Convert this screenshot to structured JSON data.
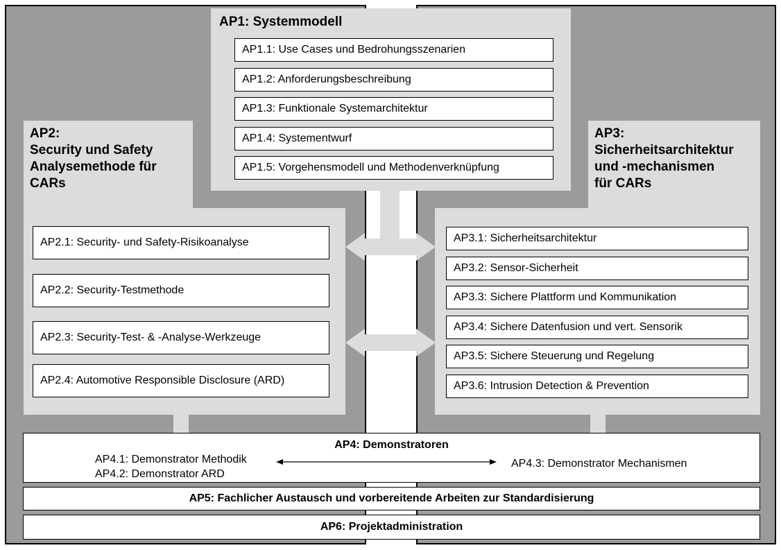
{
  "ap1": {
    "title": "AP1: Systemmodell",
    "items": [
      "AP1.1: Use Cases und Bedrohungsszenarien",
      "AP1.2: Anforderungsbeschreibung",
      "AP1.3: Funktionale Systemarchitektur",
      "AP1.4: Systementwurf",
      "AP1.5: Vorgehensmodell und Methodenverknüpfung"
    ]
  },
  "ap2": {
    "title_lines": [
      "AP2:",
      "Security und Safety",
      "Analysemethode für",
      "CARs"
    ],
    "items": [
      "AP2.1: Security- und Safety-Risikoanalyse",
      "AP2.2: Security-Testmethode",
      "AP2.3: Security-Test- &  -Analyse-Werkzeuge",
      "AP2.4: Automotive Responsible Disclosure (ARD)"
    ]
  },
  "ap3": {
    "title_lines": [
      "AP3:",
      "Sicherheitsarchitektur",
      "und -mechanismen",
      "für CARs"
    ],
    "items": [
      "AP3.1: Sicherheitsarchitektur",
      "AP3.2: Sensor-Sicherheit",
      "AP3.3: Sichere Plattform und Kommunikation",
      "AP3.4: Sichere Datenfusion und vert. Sensorik",
      "AP3.5: Sichere Steuerung und Regelung",
      "AP3.6: Intrusion Detection & Prevention"
    ]
  },
  "ap4": {
    "title": "AP4: Demonstratoren",
    "left_lines": [
      "AP4.1: Demonstrator Methodik",
      "AP4.2: Demonstrator ARD"
    ],
    "right": "AP4.3: Demonstrator Mechanismen"
  },
  "ap5": {
    "title": "AP5: Fachlicher Austausch und vorbereitende Arbeiten zur Standardisierung"
  },
  "ap6": {
    "title": "AP6: Projektadministration"
  }
}
